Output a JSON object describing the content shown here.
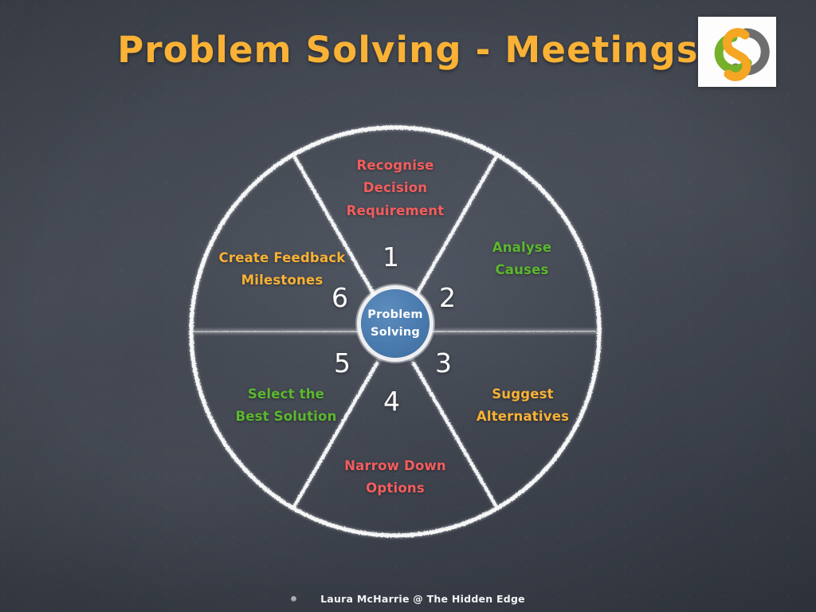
{
  "slide": {
    "title": "Problem Solving - Meetings",
    "background_color": "#414650",
    "title_color": "#F9B235"
  },
  "logo": {
    "name": "three-interlocking-rings-logo",
    "plate_color": "#FDFDFD",
    "ring_colors": [
      "#F5A623",
      "#76B02A",
      "#6E6E6E"
    ]
  },
  "wheel": {
    "hub": {
      "line1": "Problem",
      "line2": "Solving",
      "fill_color": "#4A7BAF",
      "text_color": "#FFFFFF",
      "ring_color": "#FAFAFA"
    },
    "chalk_color": "#F2F3F4",
    "segments": [
      {
        "number": "1",
        "label_line1": "Recognise",
        "label_line2": "Decision",
        "label_line3": "Requirement",
        "color": "#F45D5D"
      },
      {
        "number": "2",
        "label_line1": "Analyse",
        "label_line2": "Causes",
        "label_line3": "",
        "color": "#5CB82E"
      },
      {
        "number": "3",
        "label_line1": "Suggest",
        "label_line2": "Alternatives",
        "label_line3": "",
        "color": "#F9B235"
      },
      {
        "number": "4",
        "label_line1": "Narrow Down",
        "label_line2": "Options",
        "label_line3": "",
        "color": "#F45D5D"
      },
      {
        "number": "5",
        "label_line1": "Select the",
        "label_line2": "Best Solution",
        "label_line3": "",
        "color": "#5CB82E"
      },
      {
        "number": "6",
        "label_line1": "Create Feedback",
        "label_line2": "Milestones",
        "label_line3": "",
        "color": "#F9B235"
      }
    ]
  },
  "footer": {
    "credit": "Laura McHarrie @ The Hidden Edge"
  }
}
